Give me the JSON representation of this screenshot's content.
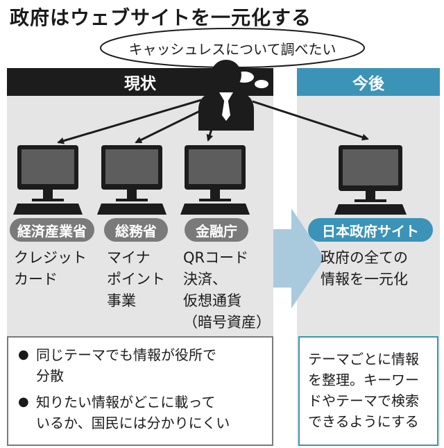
{
  "title": "政府はウェブサイトを一元化する",
  "bubble": "キャッシュレスについて調べたい",
  "current": {
    "header": "現状",
    "sites": [
      {
        "agency": "経済産業省",
        "desc": "クレジット\nカード"
      },
      {
        "agency": "総務省",
        "desc": "マイナ\nポイント\n事業"
      },
      {
        "agency": "金融庁",
        "desc": "QRコード\n決済、\n仮想通貨\n（暗号資産）"
      }
    ],
    "problems": [
      "同じテーマでも情報が役所で\n分散",
      "知りたい情報がどこに載って\nいるか、国民には分かりにくい"
    ]
  },
  "future": {
    "header": "今後",
    "site": "日本政府サイト",
    "desc": "政府の全ての\n情報を一元化",
    "benefit": "テーマごとに情報\nを整理。キーワー\nドやテーマで検索\nできるようにする"
  },
  "colors": {
    "dark": "#1c1c1c",
    "gray_badge": "#7a7a7a",
    "blue": "#3c93b8",
    "arrow": "#a9c9dd",
    "panel": "#e5e5e5"
  },
  "icons": [
    "person-icon",
    "thought-bubble-icon",
    "computer-monitor-icon",
    "arrow-icon"
  ]
}
